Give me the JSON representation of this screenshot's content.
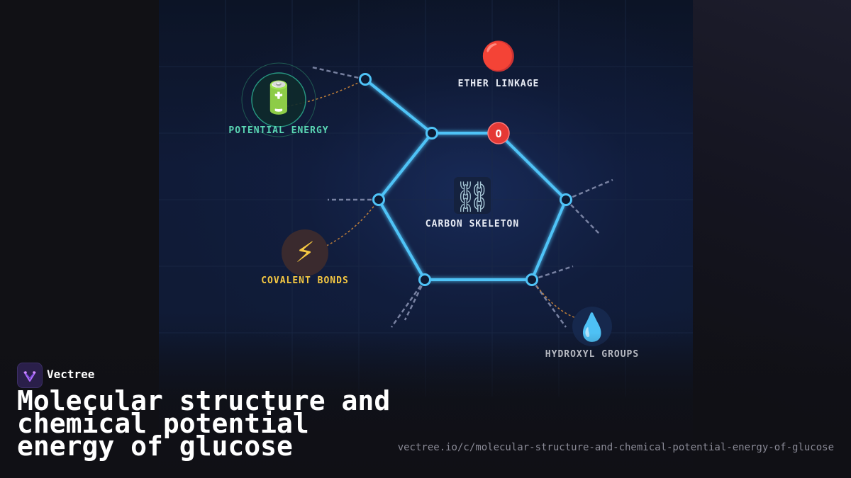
{
  "colors": {
    "bond": "#4fc3f7",
    "atom_fill": "#0d1a33",
    "oxygen": "#e53935",
    "potential_energy": "#5ad6b4",
    "covalent_bonds": "#f5c842",
    "label_white": "#e8ecf5",
    "energy_link": "#d18a3a",
    "side_bond": "#8a93b3"
  },
  "diagram": {
    "ring_oxygen_symbol": "O",
    "nodes": [
      {
        "id": "potential-energy",
        "icon": "battery-icon",
        "glyph": "🔋",
        "label": "POTENTIAL ENERGY"
      },
      {
        "id": "ether-linkage",
        "icon": "red-circle-icon",
        "glyph": "🔴",
        "label": "ETHER LINKAGE"
      },
      {
        "id": "carbon-skeleton",
        "icon": "chain-icon",
        "glyph": "⛓",
        "label": "CARBON SKELETON"
      },
      {
        "id": "covalent-bonds",
        "icon": "lightning-icon",
        "glyph": "⚡",
        "label": "COVALENT BONDS"
      },
      {
        "id": "hydroxyl-groups",
        "icon": "droplet-icon",
        "glyph": "💧",
        "label": "HYDROXYL GROUPS"
      }
    ]
  },
  "brand": {
    "name": "Vectree",
    "logo_icon": "vectree-logo-icon"
  },
  "footer": {
    "title": "Molecular structure and chemical potential energy of glucose",
    "url": "vectree.io/c/molecular-structure-and-chemical-potential-energy-of-glucose"
  }
}
